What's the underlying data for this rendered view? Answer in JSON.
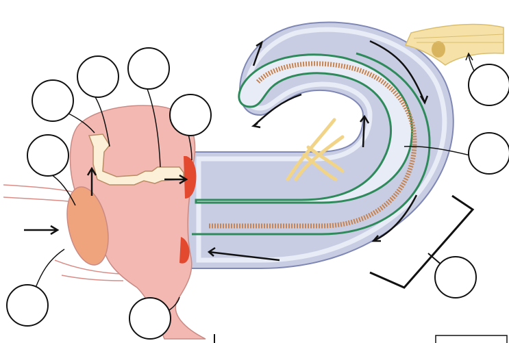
{
  "figure": {
    "description_labels": [],
    "label_circle_count": 10,
    "colors": {
      "cochlea_fill": "#c8cde3",
      "cochlea_outline": "#7f87b5",
      "inner_duct_fill": "#e8ecf6",
      "green_membrane": "#2f8a5b",
      "basilar_stripe": "#c9824b",
      "middle_ear_fill": "#f3b8b2",
      "middle_ear_outline": "#c98a84",
      "ossicle_fill": "#fdf0d8",
      "eardrum_fill": "#f0a47d",
      "window_red": "#e2492f",
      "nerve_yellow": "#f1d488",
      "arrow": "#111111",
      "label_circle_stroke": "#111111"
    },
    "label_circles": [
      {
        "id": "label-1"
      },
      {
        "id": "label-2"
      },
      {
        "id": "label-3"
      },
      {
        "id": "label-4"
      },
      {
        "id": "label-5"
      },
      {
        "id": "label-6"
      },
      {
        "id": "label-7"
      },
      {
        "id": "label-8"
      },
      {
        "id": "label-9"
      },
      {
        "id": "label-10"
      }
    ]
  }
}
